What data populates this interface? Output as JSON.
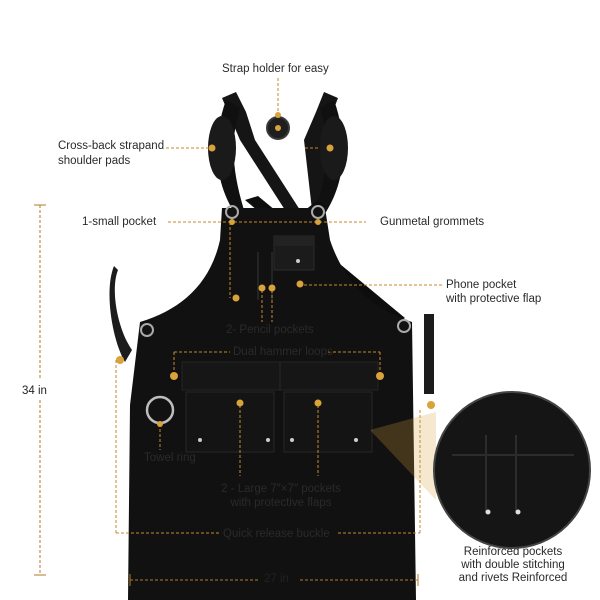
{
  "labels": {
    "strap_holder": "Strap holder for easy",
    "cross_back_line1": "Cross-back strapand",
    "cross_back_line2": "shoulder pads",
    "small_pocket": "1-small pocket",
    "grommets": "Gunmetal grommets",
    "phone_line1": "Phone pocket",
    "phone_line2": "with protective flap",
    "pencil_pockets": "2- Pencil pockets",
    "hammer_loops": "Dual hammer loops",
    "towel_ring": "Towel ring",
    "large_line1": "2 - Large 7″×7″ pockets",
    "large_line2": "with protective flaps",
    "buckle": "Quick release buckle",
    "reinforced_line1": "Reinforced pockets",
    "reinforced_line2": "with double stitching",
    "reinforced_line3": "and rivets Reinforced"
  },
  "dimensions": {
    "height": "34 in",
    "width": "27 in"
  },
  "colors": {
    "apron": "#111111",
    "accent": "#d9a23a",
    "leader": "#c88a2c",
    "text": "#2a2a2a"
  }
}
